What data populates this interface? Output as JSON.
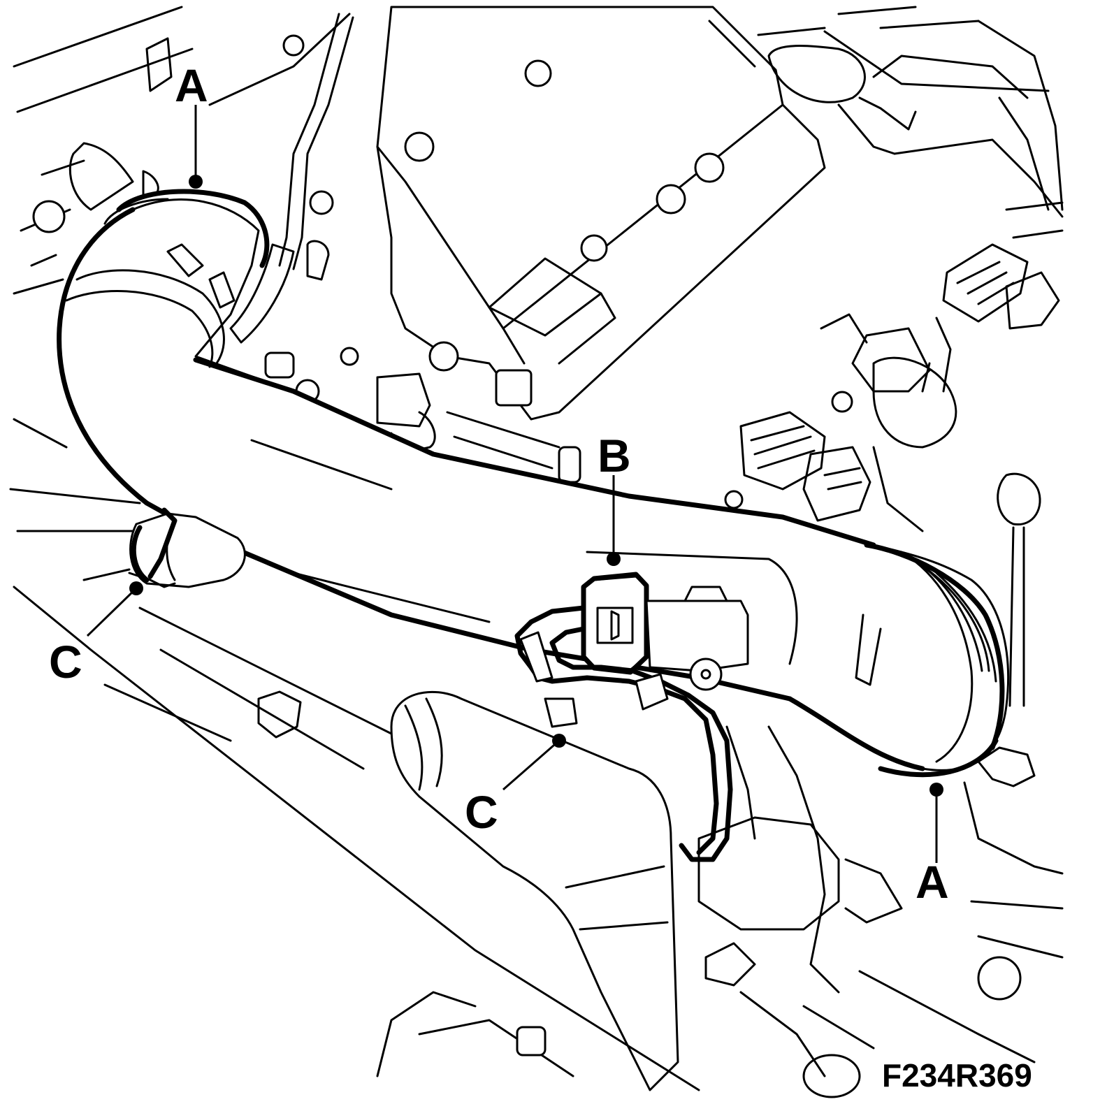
{
  "figure": {
    "reference_code": "F234R369"
  },
  "callouts": [
    {
      "id": "A1",
      "label": "A"
    },
    {
      "id": "B",
      "label": "B"
    },
    {
      "id": "C1",
      "label": "C"
    },
    {
      "id": "C2",
      "label": "C"
    },
    {
      "id": "A2",
      "label": "A"
    }
  ]
}
